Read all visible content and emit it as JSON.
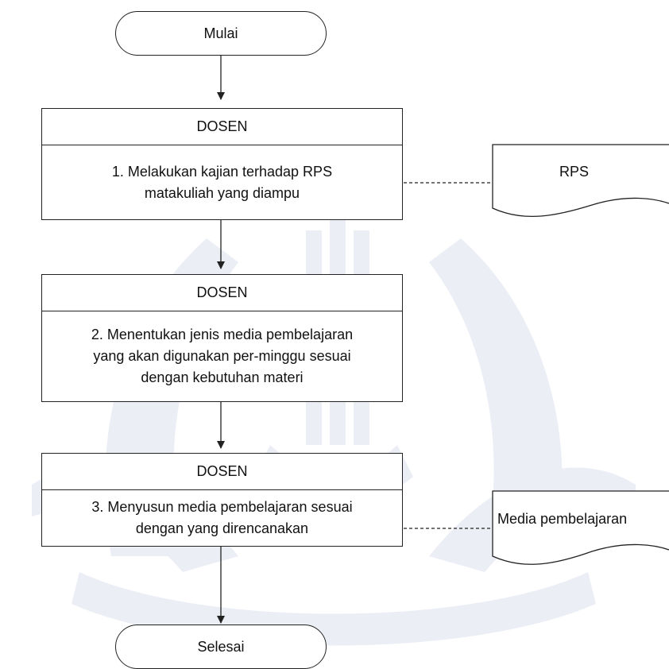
{
  "flow": {
    "start": "Mulai",
    "end": "Selesai",
    "steps": [
      {
        "role": "DOSEN",
        "lines": [
          "1. Melakukan kajian terhadap RPS",
          "matakuliah yang diampu"
        ]
      },
      {
        "role": "DOSEN",
        "lines": [
          "2. Menentukan jenis media pembelajaran",
          "yang akan digunakan per-minggu sesuai",
          "dengan kebutuhan materi"
        ]
      },
      {
        "role": "DOSEN",
        "lines": [
          "3. Menyusun media pembelajaran sesuai",
          "dengan yang direncanakan"
        ]
      }
    ],
    "documents": [
      "RPS",
      "Media pembelajaran"
    ]
  },
  "colors": {
    "line": "#222222",
    "watermark": "#eceef6"
  }
}
